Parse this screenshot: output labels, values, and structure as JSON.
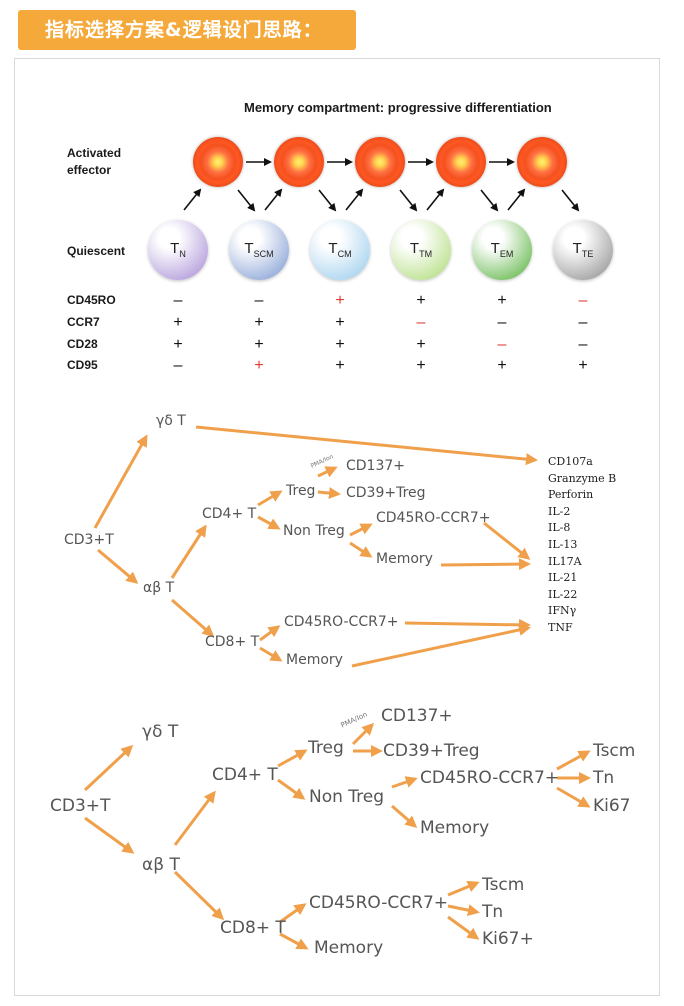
{
  "header": {
    "title": "指标选择方案&逻辑设门思路："
  },
  "memory_figure": {
    "title": "Memory compartment: progressive differentiation",
    "row_labels": {
      "activated": "Activated\neffector",
      "activated_line1": "Activated",
      "activated_line2": "effector",
      "quiescent": "Quiescent"
    },
    "cells": [
      {
        "main": "T",
        "sub": "N",
        "color": "#b39ddb"
      },
      {
        "main": "T",
        "sub": "SCM",
        "color": "#90a8d8"
      },
      {
        "main": "T",
        "sub": "CM",
        "color": "#a7d3ef"
      },
      {
        "main": "T",
        "sub": "TM",
        "color": "#b9e08a"
      },
      {
        "main": "T",
        "sub": "EM",
        "color": "#6fbd59"
      },
      {
        "main": "T",
        "sub": "TE",
        "color": "#9e9e9e"
      }
    ],
    "markers": [
      {
        "name": "CD45RO",
        "values": [
          "–",
          "–",
          "+",
          "+",
          "+",
          "–"
        ],
        "red": [
          false,
          false,
          true,
          false,
          false,
          true
        ]
      },
      {
        "name": "CCR7",
        "values": [
          "+",
          "+",
          "+",
          "–",
          "–",
          "–"
        ],
        "red": [
          false,
          false,
          false,
          true,
          false,
          false
        ]
      },
      {
        "name": "CD28",
        "values": [
          "+",
          "+",
          "+",
          "+",
          "–",
          "–"
        ],
        "red": [
          false,
          false,
          false,
          false,
          true,
          false
        ]
      },
      {
        "name": "CD95",
        "values": [
          "–",
          "+",
          "+",
          "+",
          "+",
          "+"
        ],
        "red": [
          false,
          true,
          false,
          false,
          false,
          false
        ]
      }
    ]
  },
  "flow1": {
    "nodes": {
      "cd3": "CD3+T",
      "gd": "γδ T",
      "ab": "αβ T",
      "cd4": "CD4+ T",
      "treg": "Treg",
      "pma": "PMA/Ion",
      "cd137": "CD137+",
      "cd39": "CD39+Treg",
      "nontreg": "Non Treg",
      "cd45_4": "CD45RO-CCR7+",
      "mem4": "Memory",
      "cd8": "CD8+ T",
      "cd45_8": "CD45RO-CCR7+",
      "mem8": "Memory"
    },
    "cytokines": [
      "CD107a",
      "Granzyme B",
      "Perforin",
      "IL-2",
      "IL-8",
      "IL-13",
      "IL17A",
      "IL-21",
      "IL-22",
      "IFNγ",
      "TNF"
    ]
  },
  "flow2": {
    "nodes": {
      "cd3": "CD3+T",
      "gd": "γδ T",
      "ab": "αβ T",
      "cd4": "CD4+ T",
      "treg": "Treg",
      "pma": "PMA/Ion",
      "cd137": "CD137+",
      "cd39": "CD39+Treg",
      "nontreg": "Non Treg",
      "cd45_4": "CD45RO-CCR7+",
      "mem4": "Memory",
      "tscm4": "Tscm",
      "tn4": "Tn",
      "ki4": "Ki67",
      "cd8": "CD8+ T",
      "cd45_8": "CD45RO-CCR7+",
      "mem8": "Memory",
      "tscm8": "Tscm",
      "tn8": "Tn",
      "ki8": "Ki67+"
    }
  },
  "colors": {
    "accent": "#f5a93a",
    "arrow": "#f0a04b",
    "red_marker": "#e03a32"
  }
}
